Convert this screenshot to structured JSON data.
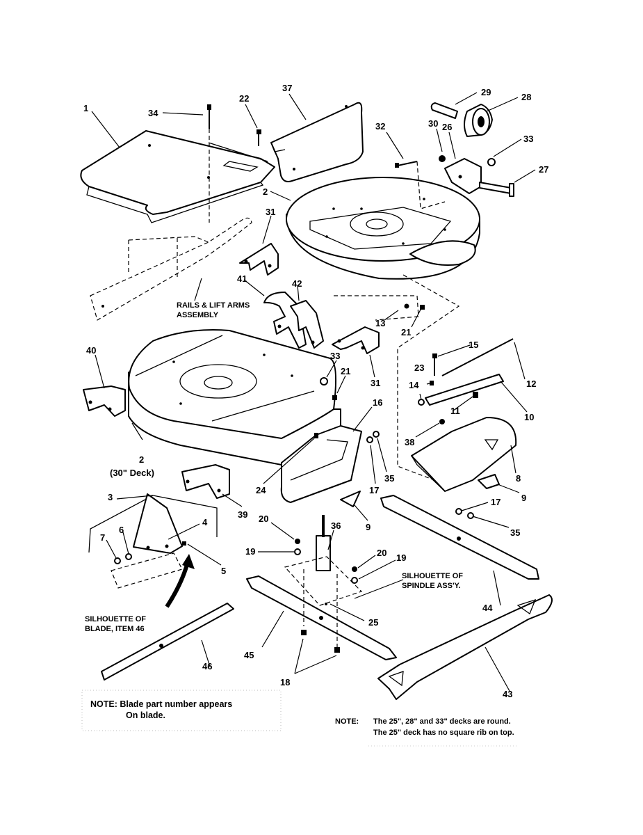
{
  "diagram": {
    "callouts": {
      "c1": "1",
      "c2a": "2",
      "c2b": "2",
      "c3": "3",
      "c4": "4",
      "c5": "5",
      "c6": "6",
      "c7": "7",
      "c8": "8",
      "c9a": "9",
      "c9b": "9",
      "c10": "10",
      "c11": "11",
      "c12": "12",
      "c13": "13",
      "c14": "14",
      "c15": "15",
      "c16": "16",
      "c17a": "17",
      "c17b": "17",
      "c18": "18",
      "c19a": "19",
      "c19b": "19",
      "c20a": "20",
      "c20b": "20",
      "c21a": "21",
      "c21b": "21",
      "c22": "22",
      "c23": "23",
      "c24": "24",
      "c25": "25",
      "c26": "26",
      "c27": "27",
      "c28": "28",
      "c29": "29",
      "c30": "30",
      "c31a": "31",
      "c31b": "31",
      "c32": "32",
      "c33a": "33",
      "c33b": "33",
      "c34": "34",
      "c35a": "35",
      "c35b": "35",
      "c36": "36",
      "c37": "37",
      "c38": "38",
      "c39": "39",
      "c40": "40",
      "c41": "41",
      "c42": "42",
      "c43": "43",
      "c44": "44",
      "c45": "45",
      "c46": "46"
    },
    "labels": {
      "rails_line1": "RAILS & LIFT ARMS",
      "rails_line2": "ASSEMBLY",
      "deck30": "(30\" Deck)",
      "blade_sil_line1": "SILHOUETTE OF",
      "blade_sil_line2": "BLADE, ITEM 46",
      "spindle_sil_line1": "SILHOUETTE OF",
      "spindle_sil_line2": "SPINDLE ASS'Y."
    },
    "notes": {
      "note1_line1": "NOTE:  Blade part number appears",
      "note1_line2": "On blade.",
      "note2_prefix": "NOTE:",
      "note2_line1": "The 25\", 28\" and 33\" decks are round.",
      "note2_line2": "The 25\" deck has no square rib on top."
    }
  }
}
